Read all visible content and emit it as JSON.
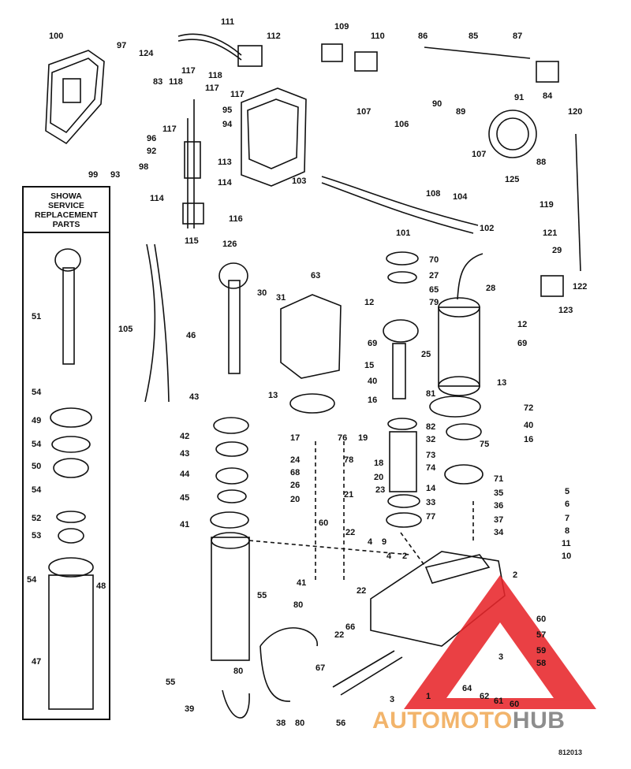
{
  "inset": {
    "title_lines": [
      "SHOWA",
      "SERVICE",
      "REPLACEMENT",
      "PARTS"
    ]
  },
  "drawing_code": "812013",
  "watermark": {
    "part1": "AUTOMOTO",
    "part2": "HUB",
    "colors": {
      "accent": "#f2b46b",
      "gray": "#8d8d8d",
      "triangle": "#e8262b"
    }
  },
  "callouts": [
    "100",
    "97",
    "124",
    "83",
    "96",
    "92",
    "98",
    "93",
    "99",
    "111",
    "112",
    "117",
    "118",
    "117",
    "118",
    "117",
    "117",
    "95",
    "94",
    "113",
    "114",
    "114",
    "116",
    "115",
    "126",
    "105",
    "46",
    "43",
    "42",
    "43",
    "44",
    "45",
    "41",
    "30",
    "31",
    "63",
    "12",
    "69",
    "15",
    "40",
    "16",
    "13",
    "17",
    "24",
    "68",
    "26",
    "20",
    "76",
    "19",
    "78",
    "18",
    "20",
    "21",
    "23",
    "60",
    "22",
    "70",
    "27",
    "65",
    "79",
    "25",
    "81",
    "82",
    "14",
    "33",
    "77",
    "28",
    "12",
    "69",
    "13",
    "72",
    "40",
    "16",
    "32",
    "75",
    "73",
    "74",
    "71",
    "35",
    "36",
    "37",
    "34",
    "5",
    "6",
    "7",
    "8",
    "11",
    "10",
    "109",
    "110",
    "86",
    "85",
    "87",
    "91",
    "84",
    "90",
    "89",
    "88",
    "107",
    "106",
    "107",
    "103",
    "108",
    "125",
    "104",
    "101",
    "102",
    "120",
    "119",
    "121",
    "29",
    "122",
    "123",
    "51",
    "54",
    "49",
    "54",
    "50",
    "54",
    "52",
    "53",
    "54",
    "48",
    "47",
    "4",
    "9",
    "4",
    "2",
    "22",
    "41",
    "80",
    "55",
    "66",
    "22",
    "67",
    "55",
    "80",
    "39",
    "38",
    "80",
    "56",
    "3",
    "2",
    "60",
    "57",
    "3",
    "59",
    "58",
    "64",
    "62",
    "61",
    "60",
    "1"
  ]
}
